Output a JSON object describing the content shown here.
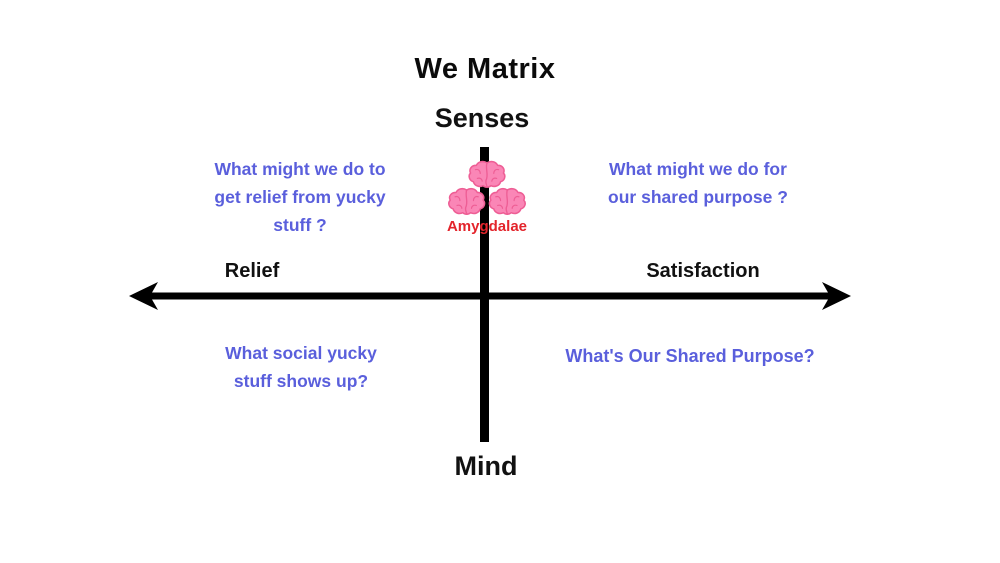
{
  "title": "We Matrix",
  "axes": {
    "vertical": {
      "top": "Senses",
      "bottom": "Mind"
    },
    "horizontal": {
      "left": "Relief",
      "right": "Satisfaction"
    }
  },
  "center": {
    "icon": "brains-icon",
    "label": "Amygdalae"
  },
  "quadrants": {
    "top_left": "What might we do to\nget relief from yucky\nstuff ?",
    "top_right": "What might we do for\nour shared purpose ?",
    "bottom_left": "What social yucky\nstuff shows up?",
    "bottom_right": "What's Our Shared Purpose?"
  },
  "colors": {
    "background": "#ffffff",
    "question_text": "#5a5fdc",
    "axis": "#000000",
    "center_label": "#e3242b",
    "brain_fill": "#fa86b6",
    "brain_stroke": "#ee5e95"
  }
}
